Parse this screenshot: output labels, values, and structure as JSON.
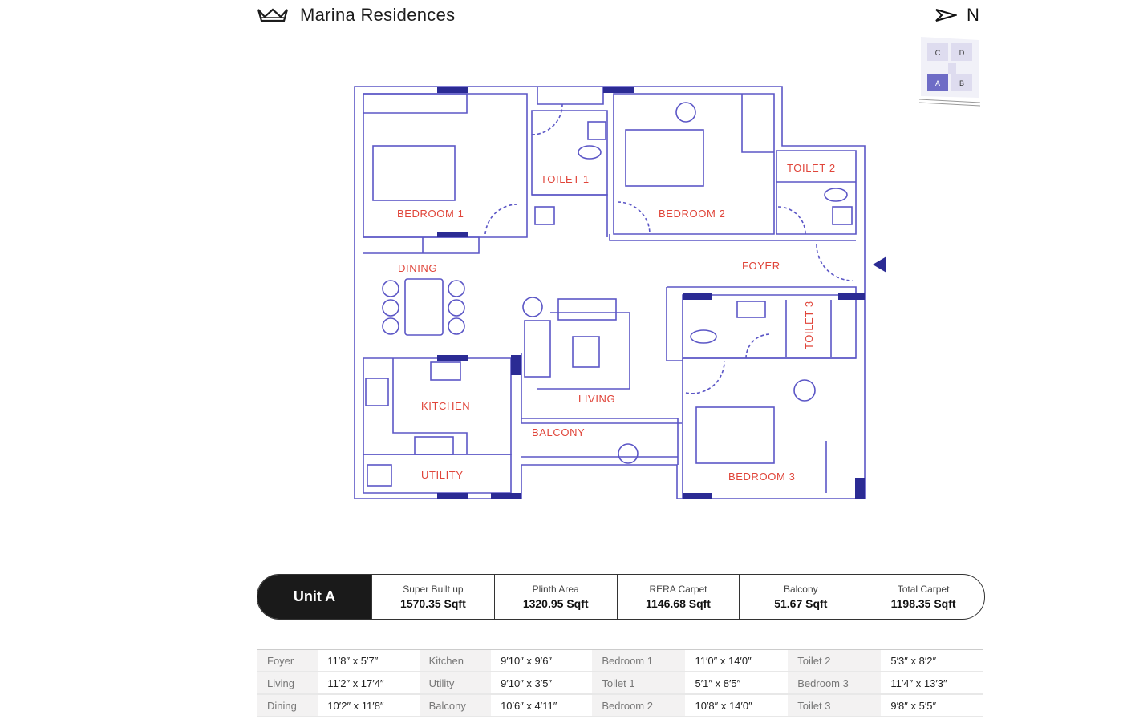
{
  "header": {
    "title": "Marina Residences",
    "north_label": "N"
  },
  "key_plan": {
    "blocks": [
      "C",
      "D",
      "A",
      "B"
    ],
    "highlighted": "A"
  },
  "rooms": {
    "bedroom1": "BEDROOM 1",
    "toilet1": "TOILET 1",
    "bedroom2": "BEDROOM 2",
    "toilet2": "TOILET 2",
    "dining": "DINING",
    "foyer": "FOYER",
    "toilet3": "TOILET 3",
    "kitchen": "KITCHEN",
    "living": "LIVING",
    "balcony": "BALCONY",
    "utility": "UTILITY",
    "bedroom3": "BEDROOM 3"
  },
  "summary": {
    "unit": "Unit A",
    "items": [
      {
        "label": "Super Built up",
        "value": "1570.35 Sqft"
      },
      {
        "label": "Plinth Area",
        "value": "1320.95 Sqft"
      },
      {
        "label": "RERA Carpet",
        "value": "1146.68 Sqft"
      },
      {
        "label": "Balcony",
        "value": "51.67 Sqft"
      },
      {
        "label": "Total Carpet",
        "value": "1198.35 Sqft"
      }
    ]
  },
  "dimensions": [
    [
      [
        "Foyer",
        "11′8″ x  5′7″"
      ],
      [
        "Kitchen",
        "9′10″ x  9′6″"
      ],
      [
        "Bedroom 1",
        "11′0″ x  14′0″"
      ],
      [
        "Toilet 2",
        "5′3″ x  8′2″"
      ]
    ],
    [
      [
        "Living",
        "11′2″ x  17′4″"
      ],
      [
        "Utility",
        "9′10″ x  3′5″"
      ],
      [
        "Toilet 1",
        "5′1″  x  8′5″"
      ],
      [
        "Bedroom 3",
        "11′4″ x  13′3″"
      ]
    ],
    [
      [
        "Dining",
        "10′2″ x  11′8″"
      ],
      [
        "Balcony",
        "10′6″ x  4′11″"
      ],
      [
        "Bedroom 2",
        "10′8″ x  14′0″"
      ],
      [
        "Toilet 3",
        "9′8″ x  5′5″"
      ]
    ]
  ],
  "colors": {
    "wall": "#5b56c6",
    "window": "#2b2b94",
    "label": "#e0453a",
    "dark": "#1a1a1a"
  }
}
